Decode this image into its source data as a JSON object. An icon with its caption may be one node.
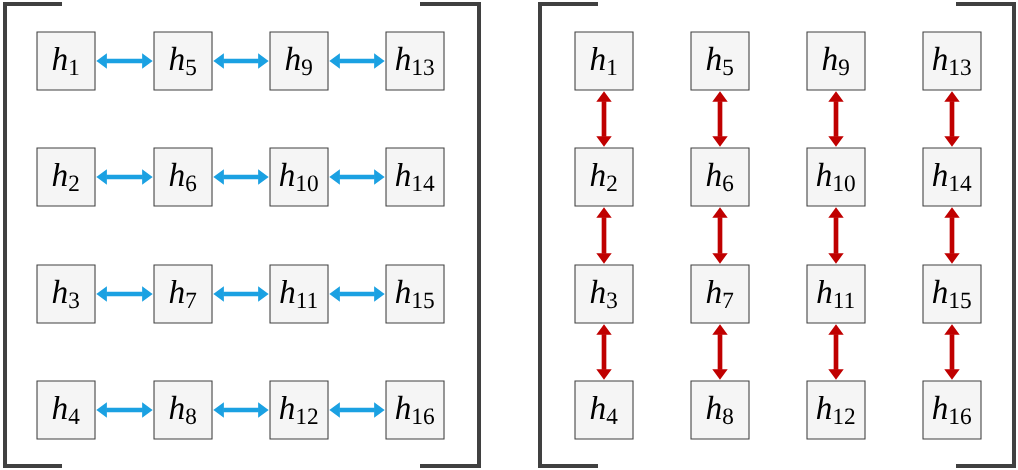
{
  "diagram": {
    "nodes": [
      {
        "text": [
          "*h*$_{1}$"
        ]
      },
      {
        "text": [
          "*h*$_{5}$"
        ]
      },
      {
        "text": [
          "*h*$_{9}$"
        ]
      },
      {
        "text": [
          "*h*$_{13}$"
        ]
      },
      {
        "text": [
          "*h*$_{2}$"
        ]
      },
      {
        "text": [
          "*h*$_{6}$"
        ]
      },
      {
        "text": [
          "*h*$_{10}$"
        ]
      },
      {
        "text": [
          "*h*$_{14}$"
        ]
      },
      {
        "text": [
          "*h*$_{3}$"
        ]
      },
      {
        "text": [
          "*h*$_{7}$"
        ]
      },
      {
        "text": [
          "*h*$_{11}$"
        ]
      },
      {
        "text": [
          "*h*$_{15}$"
        ]
      },
      {
        "text": [
          "*h*$_{4}$"
        ]
      },
      {
        "text": [
          "*h*$_{8}$"
        ]
      },
      {
        "text": [
          "*h*$_{12}$"
        ]
      },
      {
        "text": [
          "*h*$_{16}$"
        ]
      },
      {
        "text": [
          "*h*$_{1}$"
        ]
      },
      {
        "text": [
          "*h*$_{5}$"
        ]
      },
      {
        "text": [
          "*h*$_{9}$"
        ]
      },
      {
        "text": [
          "*h*$_{13}$"
        ]
      },
      {
        "text": [
          "*h*$_{2}$"
        ]
      },
      {
        "text": [
          "*h*$_{6}$"
        ]
      },
      {
        "text": [
          "*h*$_{10}$"
        ]
      },
      {
        "text": [
          "*h*$_{14}$"
        ]
      },
      {
        "text": [
          "*h*$_{3}$"
        ]
      },
      {
        "text": [
          "*h*$_{7}$"
        ]
      },
      {
        "text": [
          "*h*$_{11}$"
        ]
      },
      {
        "text": [
          "*h*$_{15}$"
        ]
      },
      {
        "text": [
          "*h*$_{4}$"
        ]
      },
      {
        "text": [
          "*h*$_{8}$"
        ]
      },
      {
        "text": [
          "*h*$_{12}$"
        ]
      },
      {
        "text": [
          "*h*$_{16}$"
        ]
      }
    ],
    "edges": [
      {
        "from": 0,
        "to": 1,
        "arrow": "both",
        "color": "#1ba1e2"
      },
      {
        "from": 1,
        "to": 2,
        "arrow": "both",
        "color": "#1ba1e2"
      },
      {
        "from": 2,
        "to": 3,
        "arrow": "both",
        "color": "#1ba1e2"
      },
      {
        "from": 4,
        "to": 5,
        "arrow": "both",
        "color": "#1ba1e2"
      },
      {
        "from": 5,
        "to": 6,
        "arrow": "both",
        "color": "#1ba1e2"
      },
      {
        "from": 6,
        "to": 7,
        "arrow": "both",
        "color": "#1ba1e2"
      },
      {
        "from": 8,
        "to": 9,
        "arrow": "both",
        "color": "#1ba1e2"
      },
      {
        "from": 9,
        "to": 10,
        "arrow": "both",
        "color": "#1ba1e2"
      },
      {
        "from": 10,
        "to": 11,
        "arrow": "both",
        "color": "#1ba1e2"
      },
      {
        "from": 12,
        "to": 13,
        "arrow": "both",
        "color": "#1ba1e2"
      },
      {
        "from": 13,
        "to": 14,
        "arrow": "both",
        "color": "#1ba1e2"
      },
      {
        "from": 14,
        "to": 15,
        "arrow": "both",
        "color": "#1ba1e2"
      },
      {
        "from": 16,
        "to": 20,
        "arrow": "both",
        "color": "#c00000"
      },
      {
        "from": 20,
        "to": 24,
        "arrow": "both",
        "color": "#c00000"
      },
      {
        "from": 24,
        "to": 28,
        "arrow": "both",
        "color": "#c00000"
      },
      {
        "from": 17,
        "to": 21,
        "arrow": "both",
        "color": "#c00000"
      },
      {
        "from": 21,
        "to": 25,
        "arrow": "both",
        "color": "#c00000"
      },
      {
        "from": 25,
        "to": 29,
        "arrow": "both",
        "color": "#c00000"
      },
      {
        "from": 18,
        "to": 22,
        "arrow": "both",
        "color": "#c00000"
      },
      {
        "from": 22,
        "to": 26,
        "arrow": "both",
        "color": "#c00000"
      },
      {
        "from": 26,
        "to": 30,
        "arrow": "both",
        "color": "#c00000"
      },
      {
        "from": 19,
        "to": 23,
        "arrow": "both",
        "color": "#c00000"
      },
      {
        "from": 23,
        "to": 27,
        "arrow": "both",
        "color": "#c00000"
      },
      {
        "from": 27,
        "to": 31,
        "arrow": "both",
        "color": "#c00000"
      }
    ]
  }
}
